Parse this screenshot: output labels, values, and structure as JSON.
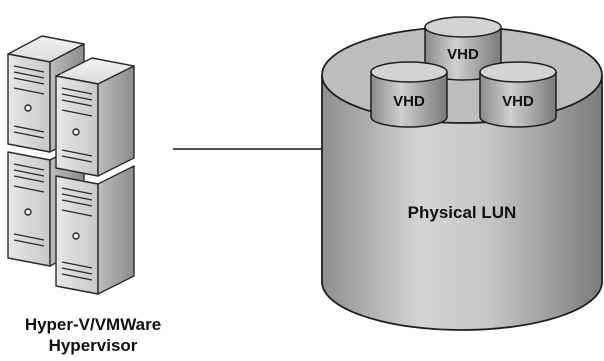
{
  "hypervisor": {
    "label_line1": "Hyper-V/VMWare",
    "label_line2": "Hypervisor"
  },
  "storage": {
    "lun_label": "Physical LUN",
    "disks": [
      "VHD",
      "VHD",
      "VHD"
    ]
  }
}
